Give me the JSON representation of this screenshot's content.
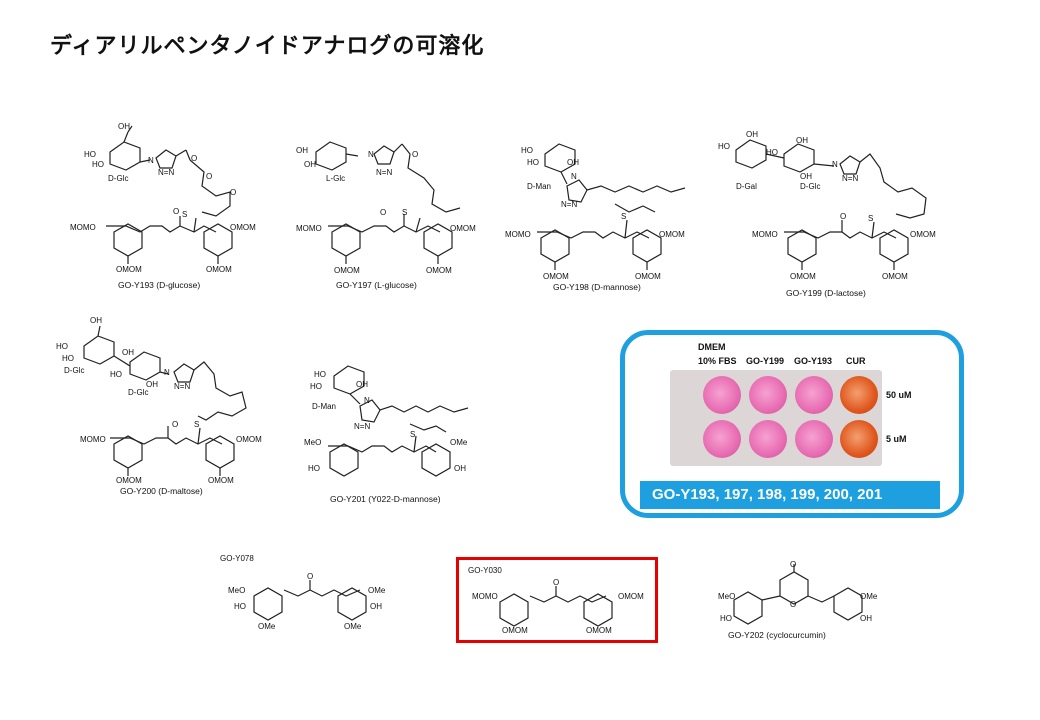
{
  "title": "ディアリルペンタノイドアナログの可溶化",
  "compounds": [
    {
      "id": "GO-Y193",
      "caption": "GO-Y193 (D-glucose)",
      "sugars": [
        "D-Glc"
      ]
    },
    {
      "id": "GO-Y197",
      "caption": "GO-Y197 (L-glucose)",
      "sugars": [
        "L-Glc"
      ]
    },
    {
      "id": "GO-Y198",
      "caption": "GO-Y198 (D-mannose)",
      "sugars": [
        "D-Man"
      ]
    },
    {
      "id": "GO-Y199",
      "caption": "GO-Y199 (D-lactose)",
      "sugars": [
        "D-Gal",
        "D-Glc"
      ]
    },
    {
      "id": "GO-Y200",
      "caption": "GO-Y200 (D-maltose)",
      "sugars": [
        "D-Glc",
        "D-Glc"
      ]
    },
    {
      "id": "GO-Y201",
      "caption": "GO-Y201 (Y022-D-mannose)",
      "sugars": [
        "D-Man"
      ]
    },
    {
      "id": "GO-Y078",
      "caption": "GO-Y078"
    },
    {
      "id": "GO-Y030",
      "caption": "GO-Y030"
    },
    {
      "id": "GO-Y202",
      "caption": "GO-Y202 (cyclocurcumin)"
    }
  ],
  "atoms": {
    "momo": "MOMO",
    "omom": "OMOM",
    "oh": "OH",
    "ho": "HO",
    "meo": "MeO",
    "ome": "OMe",
    "o": "O",
    "s": "S",
    "n": "N",
    "nn": "N=N"
  },
  "photo": {
    "headers": [
      "DMEM\n10% FBS",
      "GO-Y199",
      "GO-Y193",
      "CUR"
    ],
    "concentrations": [
      "50 uM",
      "5 uM"
    ],
    "banner": "GO-Y193, 197, 198, 199, 200, 201",
    "colors": {
      "pink": "#e86cb2",
      "orange": "#e0571e",
      "panel_border": "#1ea0e0",
      "highlight": "#e60000"
    }
  }
}
